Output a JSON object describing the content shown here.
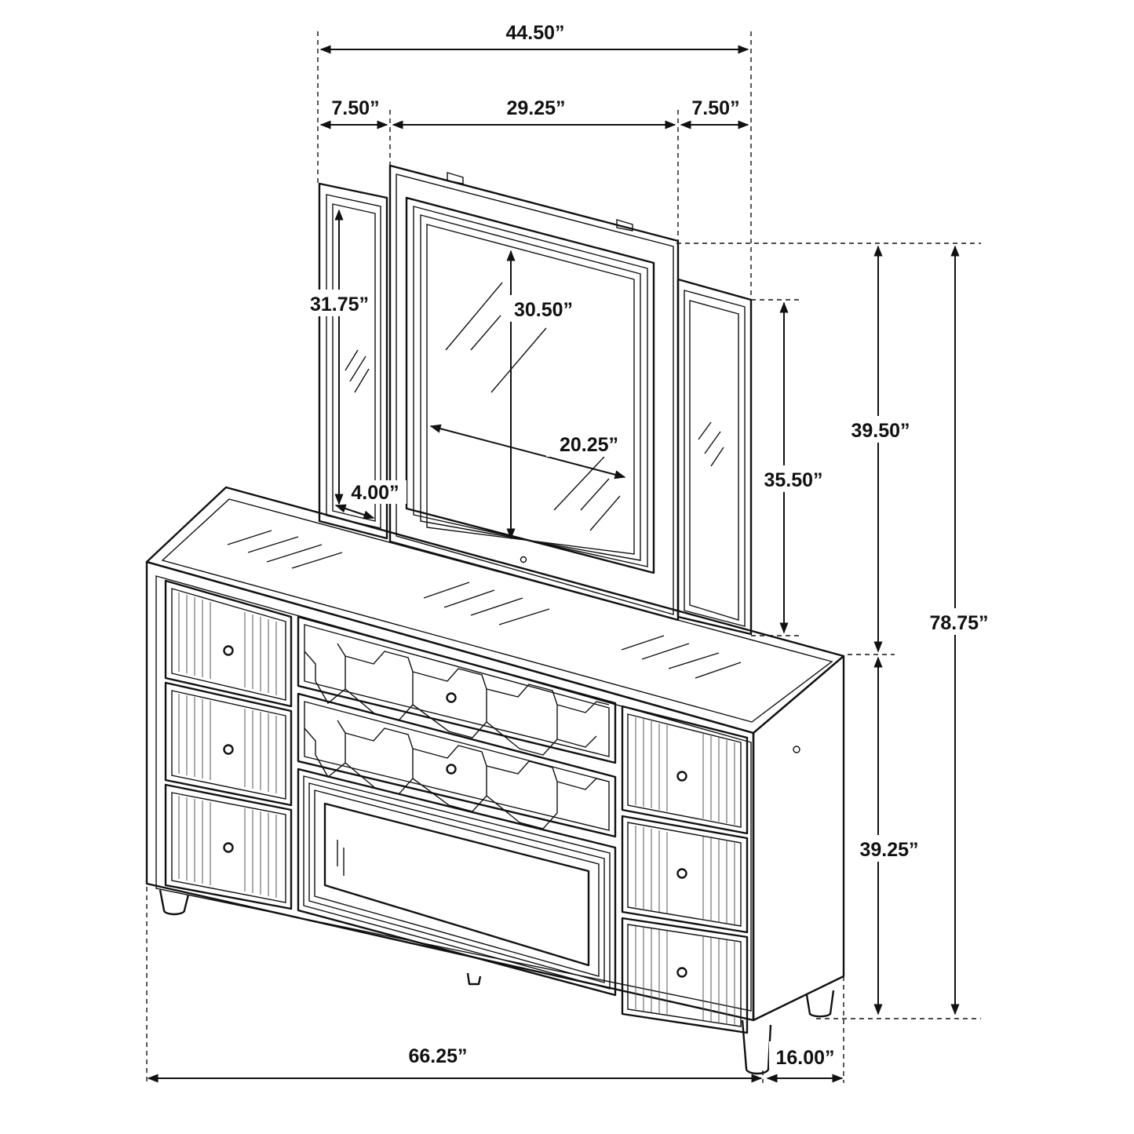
{
  "colors": {
    "line": "#111111",
    "background": "#ffffff"
  },
  "dimensions": {
    "overall_width": "44.50”",
    "side_mirror_left": "7.50”",
    "center_mirror_width": "29.25”",
    "side_mirror_right": "7.50”",
    "side_mirror_height": "31.75”",
    "glass_height": "30.50”",
    "glass_width": "20.25”",
    "side_glass_width": "4.00”",
    "side_mirror_right_height": "35.50”",
    "mirror_height": "39.50”",
    "total_height": "78.75”",
    "dresser_height": "39.25”",
    "dresser_width": "66.25”",
    "dresser_depth": "16.00”"
  }
}
